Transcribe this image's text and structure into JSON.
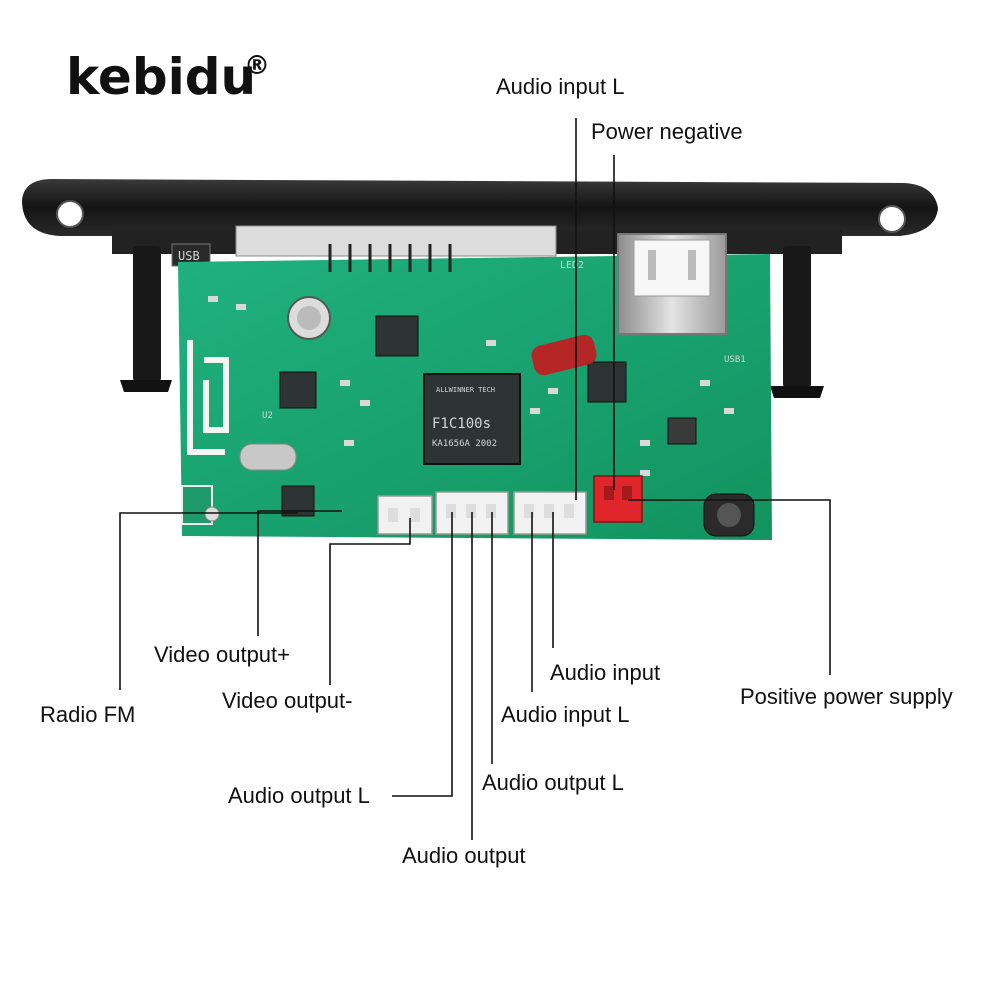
{
  "brand": {
    "name": "kebidu",
    "mark": "®"
  },
  "chip": {
    "line1": "F1C100s",
    "line2": "KA1656A 2002",
    "maker": "ALLWINNER TECH"
  },
  "silkscreen": {
    "usb_port": "USB",
    "usb_ref": "USB1",
    "led": "LED2",
    "u_ref": "U2"
  },
  "colors": {
    "pcb": "#1aa577",
    "bezel": "#1c1c1c",
    "power_connector": "#e0262b",
    "connector": "#f1f1f1"
  },
  "labels": {
    "audio_input_l_top": "Audio input L",
    "power_negative": "Power negative",
    "video_output_plus": "Video output+",
    "radio_fm": "Radio FM",
    "video_output_minus": "Video output-",
    "audio_input": "Audio input",
    "audio_input_l": "Audio input L",
    "positive_power_supply": "Positive power supply",
    "audio_output_l_right": "Audio output L",
    "audio_output_l_left": "Audio output L",
    "audio_output": "Audio output"
  }
}
